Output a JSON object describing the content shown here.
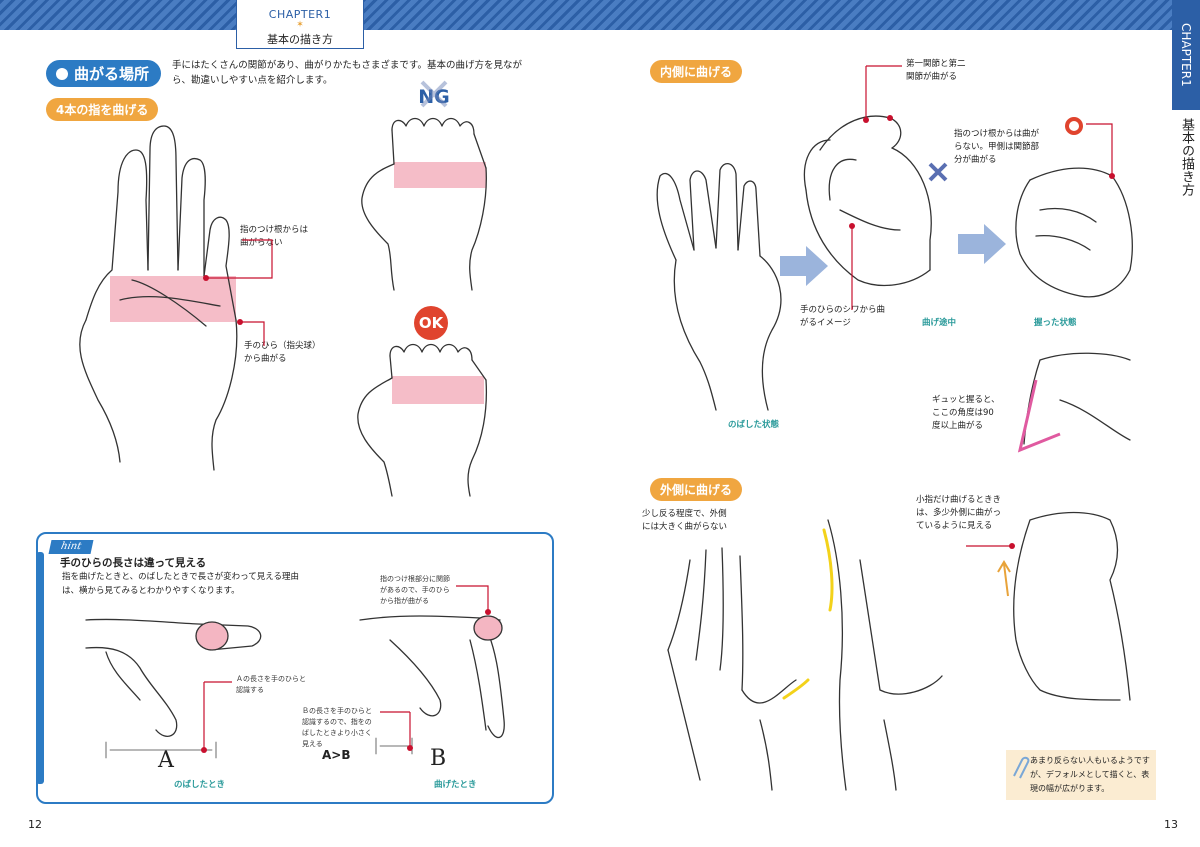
{
  "header": {
    "chapter_label": "CHAPTER1",
    "chapter_subtitle": "基本の描き方",
    "side_tab_label": "CHAPTER1",
    "side_title": "基本の描き方"
  },
  "left_page": {
    "section_title": "曲がる場所",
    "intro_text_line1": "手にはたくさんの関節があり、曲がりかたもさまざまです。基本の曲げ方を見なが",
    "intro_text_line2": "ら、勘違いしやすい点を紹介します。",
    "subsection_label": "4本の指を曲げる",
    "note_finger_base": [
      "指のつけ根からは",
      "曲がらない"
    ],
    "note_palm": [
      "手のひら（指尖球）",
      "から曲がる"
    ],
    "badge_ng": "NG",
    "badge_ok": "OK",
    "hint": {
      "tag": "hint",
      "title": "手のひらの長さは違って見える",
      "text_line1": "指を曲げたときと、のばしたときで長さが変わって見える理由",
      "text_line2": "は、横から見てみるとわかりやすくなります。",
      "note_a": [
        "Ａの長さを手のひらと",
        "認識する"
      ],
      "note_joint": [
        "指のつけ根部分に関節",
        "があるので、手のひら",
        "から指が曲がる"
      ],
      "note_b": [
        "Ｂの長さを手のひらと",
        "認識するので、指をの",
        "ばしたときより小さく",
        "見える"
      ],
      "comparison": "A>B",
      "label_a": "A",
      "label_b": "B",
      "caption_extended": "のばしたとき",
      "caption_bent": "曲げたとき"
    },
    "page_number": "12"
  },
  "right_page": {
    "inward_label": "内側に曲げる",
    "note_joints": [
      "第一関節と第二",
      "関節が曲がる"
    ],
    "note_back": [
      "指のつけ根からは曲が",
      "らない。甲側は関節部",
      "分が曲がる"
    ],
    "note_crease": [
      "手のひらのシワから曲",
      "がるイメージ"
    ],
    "caption_extended": "のばした状態",
    "caption_midway": "曲げ途中",
    "caption_fist": "握った状態",
    "note_angle": [
      "ギュッと握ると、",
      "ここの角度は90",
      "度以上曲がる"
    ],
    "outward_label": "外側に曲げる",
    "note_outward": [
      "少し反る程度で、外側",
      "には大きく曲がらない"
    ],
    "note_pinky": [
      "小指だけ曲げるときき",
      "は、多少外側に曲がっ",
      "ているように見える"
    ],
    "tip": [
      "あまり反らない人もいるようです",
      "が、デフォルメとして描くと、表",
      "現の幅が広がります。"
    ],
    "page_number": "13"
  },
  "colors": {
    "accent_blue": "#2c7bc4",
    "accent_orange": "#f0a640",
    "highlight_pink": "#f4b6c2",
    "marker_red": "#c8102e",
    "caption_teal": "#2a9a9a",
    "arrow_blue": "#9bb4dc"
  }
}
